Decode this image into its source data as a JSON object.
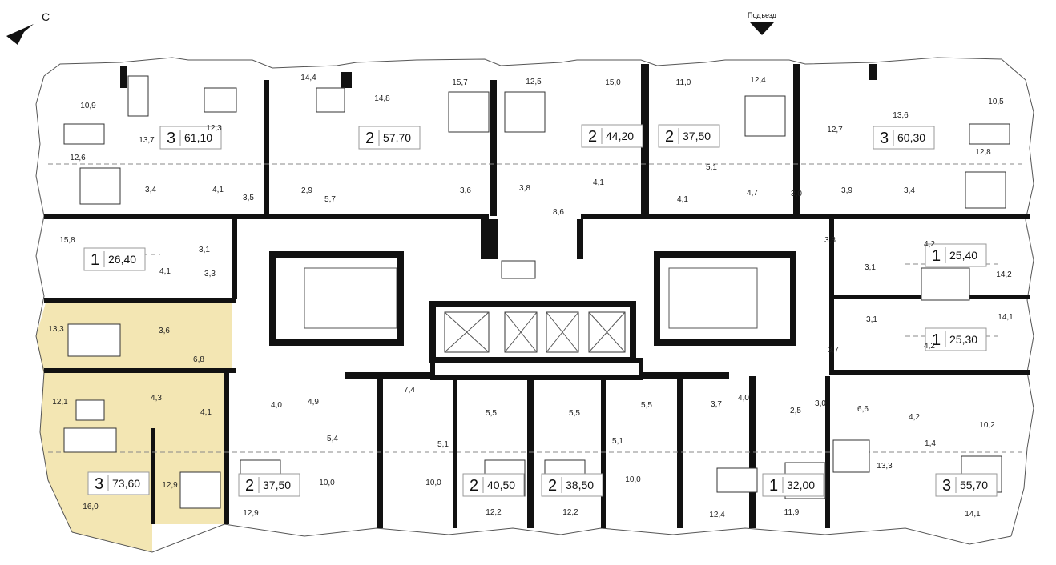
{
  "header": {
    "compass_label": "С",
    "entrance_label": "Подъезд"
  },
  "colors": {
    "highlight": "#f3e6b3",
    "wall": "#111111"
  },
  "apartments": [
    {
      "id": "a1",
      "rooms": "3",
      "area": "61,10"
    },
    {
      "id": "a2",
      "rooms": "2",
      "area": "57,70"
    },
    {
      "id": "a3",
      "rooms": "2",
      "area": "44,20"
    },
    {
      "id": "a4",
      "rooms": "2",
      "area": "37,50"
    },
    {
      "id": "a5",
      "rooms": "3",
      "area": "60,30"
    },
    {
      "id": "a6",
      "rooms": "1",
      "area": "26,40"
    },
    {
      "id": "a7",
      "rooms": "1",
      "area": "25,40"
    },
    {
      "id": "a8",
      "rooms": "1",
      "area": "25,30"
    },
    {
      "id": "a9",
      "rooms": "3",
      "area": "73,60"
    },
    {
      "id": "a10",
      "rooms": "2",
      "area": "37,50"
    },
    {
      "id": "a11",
      "rooms": "2",
      "area": "40,50"
    },
    {
      "id": "a12",
      "rooms": "2",
      "area": "38,50"
    },
    {
      "id": "a13",
      "rooms": "1",
      "area": "32,00"
    },
    {
      "id": "a14",
      "rooms": "3",
      "area": "55,70"
    }
  ],
  "room_areas": [
    "10,9",
    "13,7",
    "12,3",
    "12,6",
    "3,4",
    "4,1",
    "3,5",
    "14,4",
    "2,9",
    "5,7",
    "14,8",
    "15,7",
    "3,6",
    "12,5",
    "3,8",
    "8,6",
    "15,0",
    "4,1",
    "11,0",
    "4,1",
    "5,1",
    "12,4",
    "4,7",
    "3,0",
    "13,6",
    "12,7",
    "10,5",
    "12,8",
    "3,9",
    "3,4",
    "15,8",
    "3,1",
    "4,1",
    "3,3",
    "3,8",
    "4,2",
    "3,1",
    "14,2",
    "14,1",
    "3,1",
    "3,7",
    "4,2",
    "13,3",
    "3,6",
    "6,8",
    "12,1",
    "4,3",
    "4,1",
    "16,0",
    "12,9",
    "4,0",
    "4,9",
    "5,4",
    "12,9",
    "10,0",
    "7,4",
    "5,1",
    "10,0",
    "5,5",
    "12,2",
    "5,5",
    "12,2",
    "5,1",
    "10,0",
    "5,5",
    "3,7",
    "4,0",
    "12,4",
    "2,5",
    "3,0",
    "11,9",
    "6,6",
    "4,2",
    "10,2",
    "1,4",
    "13,3",
    "14,1"
  ]
}
